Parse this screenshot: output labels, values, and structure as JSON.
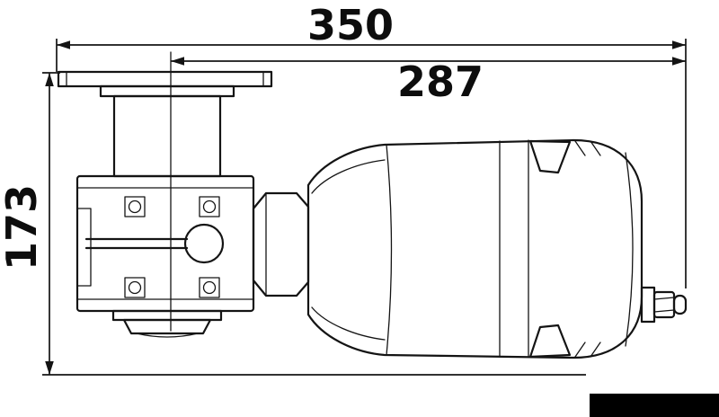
{
  "drawing": {
    "dimensions": {
      "overall_width": "350",
      "body_width": "287",
      "height": "173"
    },
    "colors": {
      "line": "#141414",
      "background": "#ffffff",
      "corner_block": "#000000"
    }
  }
}
